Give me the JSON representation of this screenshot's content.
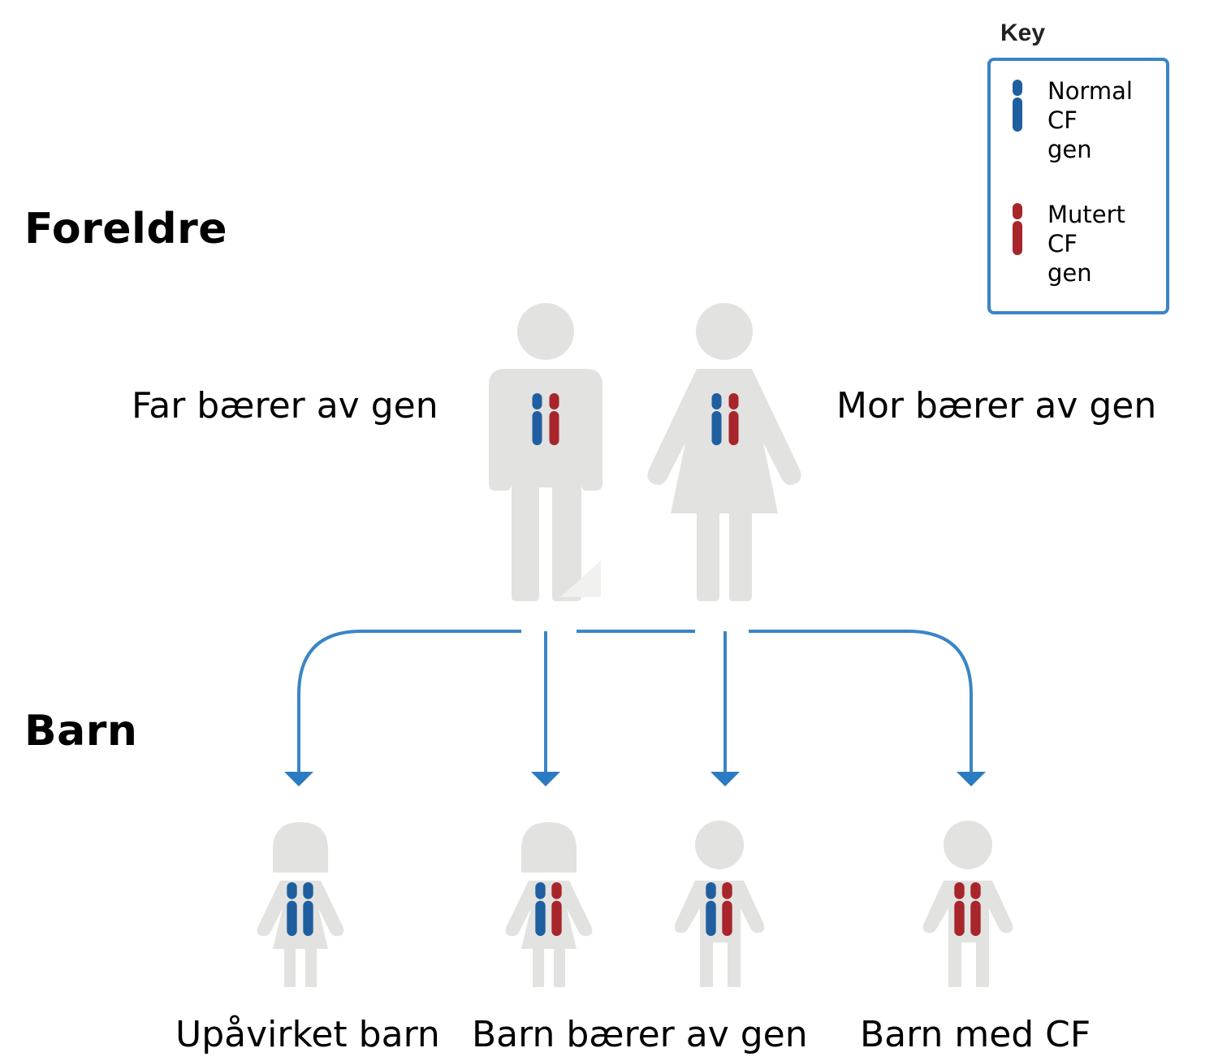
{
  "sections": {
    "parents_title": "Foreldre",
    "children_title": "Barn"
  },
  "parents": {
    "father_label": "Far bærer av gen",
    "mother_label": "Mor bærer av gen"
  },
  "children": {
    "labels": [
      "Upåvirket barn",
      "Barn bærer av gen",
      "Barn med CF"
    ]
  },
  "key": {
    "heading": "Key",
    "normal": {
      "word1": "Normal",
      "word2": "CF",
      "word3": "gen"
    },
    "mutated": {
      "word1": "Mutert",
      "word2": "CF",
      "word3": "gen"
    }
  },
  "colors": {
    "normal_gene": "#1f5fa0",
    "mutated_gene": "#a8252b",
    "figure": "#e2e2e0",
    "arrow": "#3a85c6",
    "key_border": "#3b84c8"
  },
  "icons": [
    "father-figure-icon",
    "mother-figure-icon",
    "child-figure-icon",
    "chromosome-icon",
    "arrow-down-icon"
  ]
}
